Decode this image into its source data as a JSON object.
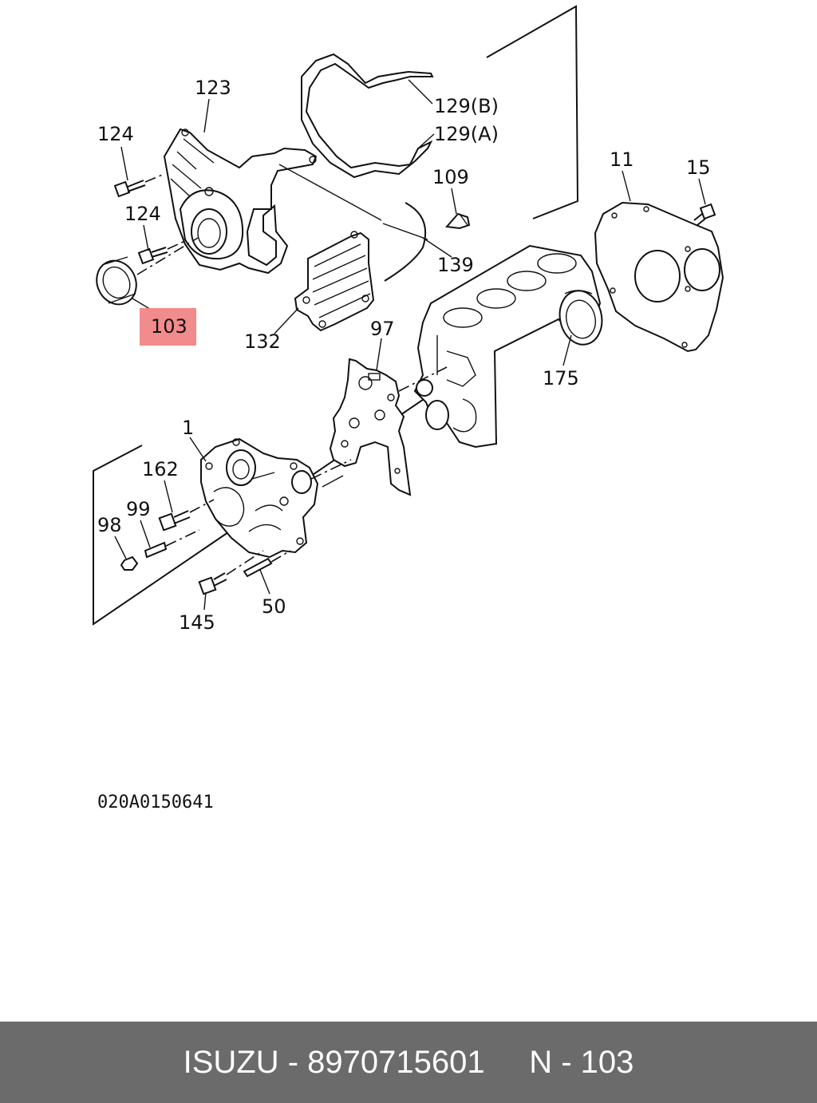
{
  "diagram": {
    "callouts": [
      {
        "id": "c123",
        "text": "123"
      },
      {
        "id": "c124a",
        "text": "124"
      },
      {
        "id": "c124b",
        "text": "124"
      },
      {
        "id": "c103",
        "text": "103"
      },
      {
        "id": "c129b",
        "text": "129(B)"
      },
      {
        "id": "c129a",
        "text": "129(A)"
      },
      {
        "id": "c109",
        "text": "109"
      },
      {
        "id": "c139",
        "text": "139"
      },
      {
        "id": "c132",
        "text": "132"
      },
      {
        "id": "c11",
        "text": "11"
      },
      {
        "id": "c15",
        "text": "15"
      },
      {
        "id": "c97",
        "text": "97"
      },
      {
        "id": "c175",
        "text": "175"
      },
      {
        "id": "c1",
        "text": "1"
      },
      {
        "id": "c162",
        "text": "162"
      },
      {
        "id": "c99",
        "text": "99"
      },
      {
        "id": "c98",
        "text": "98"
      },
      {
        "id": "c145",
        "text": "145"
      },
      {
        "id": "c50",
        "text": "50"
      }
    ],
    "highlight_callout": "103",
    "highlight_color": "#f28b8b",
    "drawing_code": "020A0150641"
  },
  "footer": {
    "brand": "ISUZU",
    "sep1": " - ",
    "part_number": "8970715601",
    "gap": "     ",
    "position_label": "N - 103"
  }
}
